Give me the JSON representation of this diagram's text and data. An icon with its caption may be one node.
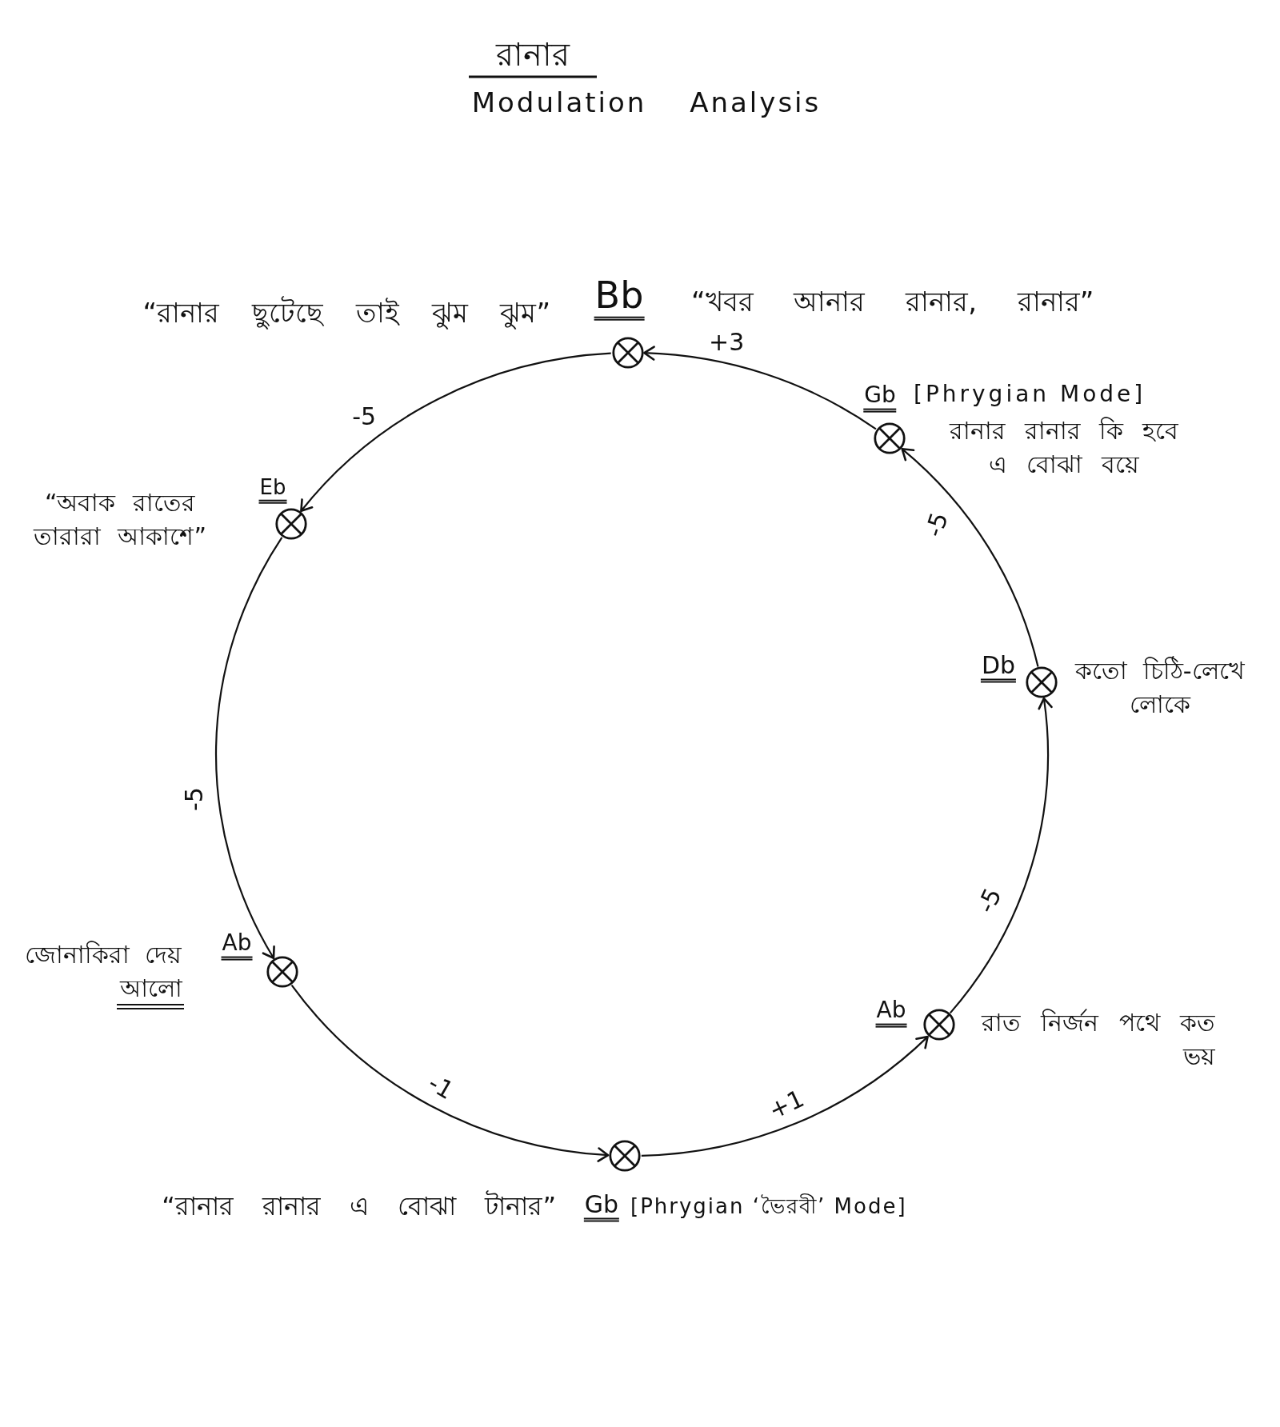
{
  "diagram": {
    "title": "রানার",
    "nodes": [
      {
        "text": [
          "Bb"
        ],
        "beside": [
          "“রানার ছুটেছে তাই ঝুম ঝুম”",
          "“খবর আনার রানার, রানার”"
        ]
      },
      {
        "text": [
          "Gb",
          "[Phrygian Mode]"
        ],
        "beside": [
          "রানার রানার কি হবে এ বোঝা বয়ে"
        ]
      },
      {
        "text": [
          "Eb"
        ],
        "beside": [
          "“অবাক রাতের তারারা আকাশে”"
        ]
      },
      {
        "text": [
          "Db"
        ],
        "beside": [
          "কতো চিঠি-লেখে লোকে"
        ]
      },
      {
        "text": [
          "Ab"
        ],
        "beside": [
          "জোনাকিরা দেয় আলো"
        ]
      },
      {
        "text": [
          "Ab"
        ],
        "beside": [
          "রাত নির্জন পথে কত ভয়"
        ]
      },
      {
        "text": [
          "Gb",
          "[Phrygian ‘ভৈরবী’ Mode]"
        ],
        "beside": [
          "“রানার রানার এ বোঝা টানার”"
        ]
      }
    ],
    "edges": [
      {
        "from": 0,
        "to": 2,
        "arrow": "to",
        "label": "-5"
      },
      {
        "from": 2,
        "to": 4,
        "arrow": "to",
        "label": "-5"
      },
      {
        "from": 4,
        "to": 6,
        "arrow": "to",
        "label": "-1"
      },
      {
        "from": 6,
        "to": 5,
        "arrow": "to",
        "label": "+1"
      },
      {
        "from": 5,
        "to": 3,
        "arrow": "to",
        "label": "-5"
      },
      {
        "from": 3,
        "to": 1,
        "arrow": "to",
        "label": "-5"
      },
      {
        "from": 1,
        "to": 0,
        "arrow": "to",
        "label": "+3"
      }
    ],
    "labels": [
      "Modulation Analysis"
    ]
  }
}
